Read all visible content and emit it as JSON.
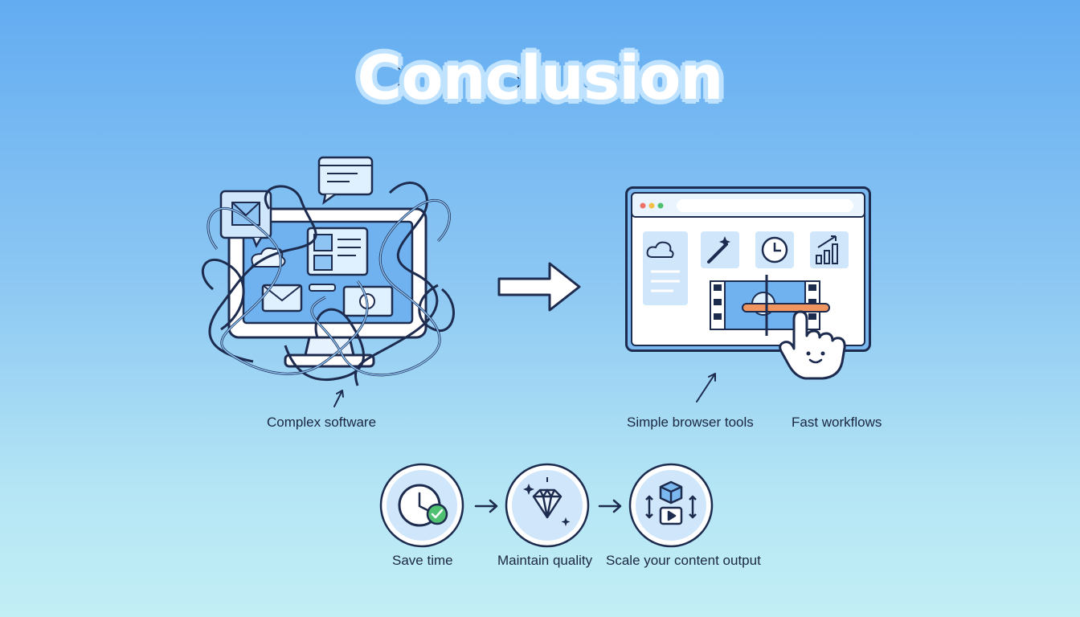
{
  "title": "Conclusion",
  "left_panel": {
    "caption": "Complex software"
  },
  "right_panel": {
    "caption_left": "Simple browser tools",
    "caption_right": "Fast workflows"
  },
  "benefits": [
    {
      "label": "Save time",
      "icon": "clock-check-icon"
    },
    {
      "label": "Maintain quality",
      "icon": "diamond-icon"
    },
    {
      "label": "Scale your content output",
      "icon": "scale-box-video-icon"
    }
  ],
  "colors": {
    "outline": "#1d2b4f",
    "accent_blue": "#5aa6ee",
    "light_blue": "#cfe6fb",
    "orange": "#f0955f",
    "green": "#4fbf72"
  }
}
